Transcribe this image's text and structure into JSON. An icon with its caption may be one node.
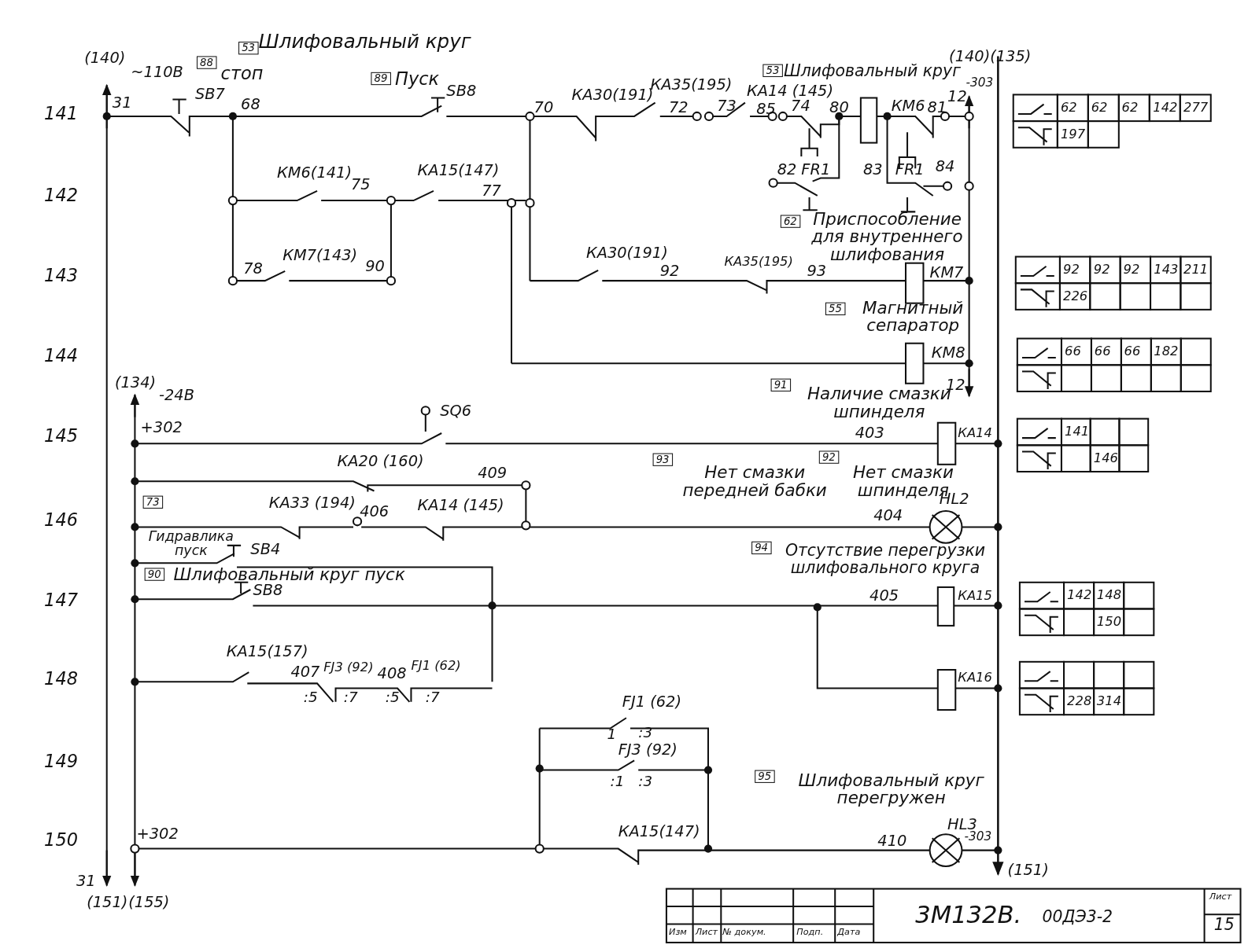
{
  "diagram": {
    "labels": [
      "(140)",
      "53",
      "Шлифовальный круг",
      "(140)",
      "(135)",
      "~110В",
      "88",
      "стоп",
      "89",
      "Пуск",
      "КА35(195)",
      "53",
      "Шлифовальный круг",
      "-303",
      "141",
      "31",
      "SB7",
      "68",
      "SB8",
      "70",
      "КА30(191)",
      "72",
      "73",
      "КА14 (145)",
      "85",
      "74",
      "80",
      "КМ6",
      "81",
      "12",
      "62",
      "62",
      "62",
      "142",
      "277",
      "197",
      "142",
      "КМ6(141)",
      "75",
      "КА15(147)",
      "77",
      "82",
      "FR1",
      "83",
      "FR1",
      "84",
      "62",
      "Приспособление для внутреннего шлифования",
      "143",
      "78",
      "КМ7(143)",
      "90",
      "КА30(191)",
      "92",
      "КА35(195)",
      "93",
      "КМ7",
      "92",
      "92",
      "92",
      "143",
      "211",
      "226",
      "55",
      "Магнитный сепаратор",
      "144",
      "КМ8",
      "66",
      "66",
      "66",
      "182",
      "(134)",
      "-24В",
      "91",
      "Наличие смазки шпинделя",
      "12",
      "145",
      "+302",
      "SQ6",
      "403",
      "КА14",
      "141",
      "КА20 (160)",
      "409",
      "93",
      "Нет смазки передней бабки",
      "92",
      "Нет смазки шпинделя",
      "146",
      "146",
      "73",
      "КА33 (194)",
      "406",
      "КА14 (145)",
      "404",
      "HL2",
      "Гидравлика пуск",
      "SB4",
      "94",
      "Отсутствие перегрузки шлифовального круга",
      "90",
      "Шлифовальный круг пуск",
      "147",
      "SB8",
      "405",
      "КА15",
      "142",
      "148",
      "150",
      "148",
      "КА15(157)",
      "407",
      "FJ3 (92)",
      "408",
      "FJ1 (62)",
      "КА16",
      ":5",
      ":7",
      ":5",
      ":7",
      "FJ1 (62)",
      "228",
      "314",
      "1",
      ":3",
      "149",
      "FJ3 (92)",
      ":1",
      ":3",
      "95",
      "Шлифовальный круг перегружен",
      "150",
      "+302",
      "КА15(147)",
      "410",
      "HL3",
      "-303",
      "31",
      "(151)",
      "(151)",
      "(155)",
      "3М132В.",
      "00ДЭ3-2",
      "Лист",
      "15",
      "Изм",
      "Лист",
      "№ докум.",
      "Подп.",
      "Дата"
    ]
  }
}
